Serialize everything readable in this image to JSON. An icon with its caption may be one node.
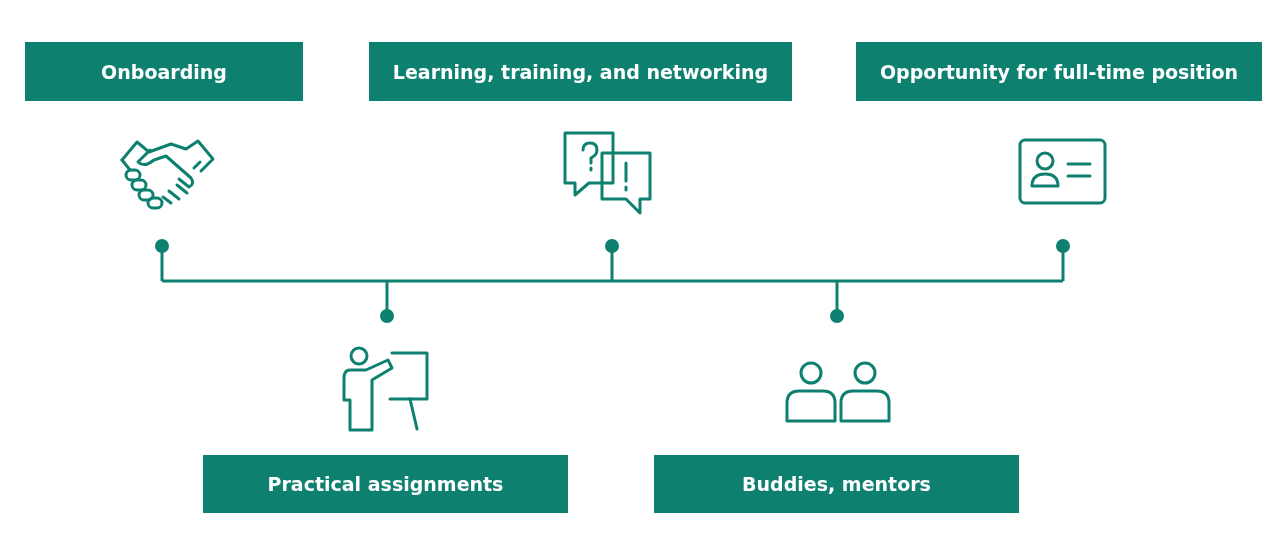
{
  "diagram": {
    "nodes": [
      {
        "text": [
          "Onboarding"
        ]
      },
      {
        "text": [
          "Learning, training, and networking"
        ]
      },
      {
        "text": [
          "Opportunity for full-time position"
        ]
      },
      {
        "text": [
          "Practical assignments"
        ]
      },
      {
        "text": [
          "Buddies, mentors"
        ]
      }
    ]
  }
}
